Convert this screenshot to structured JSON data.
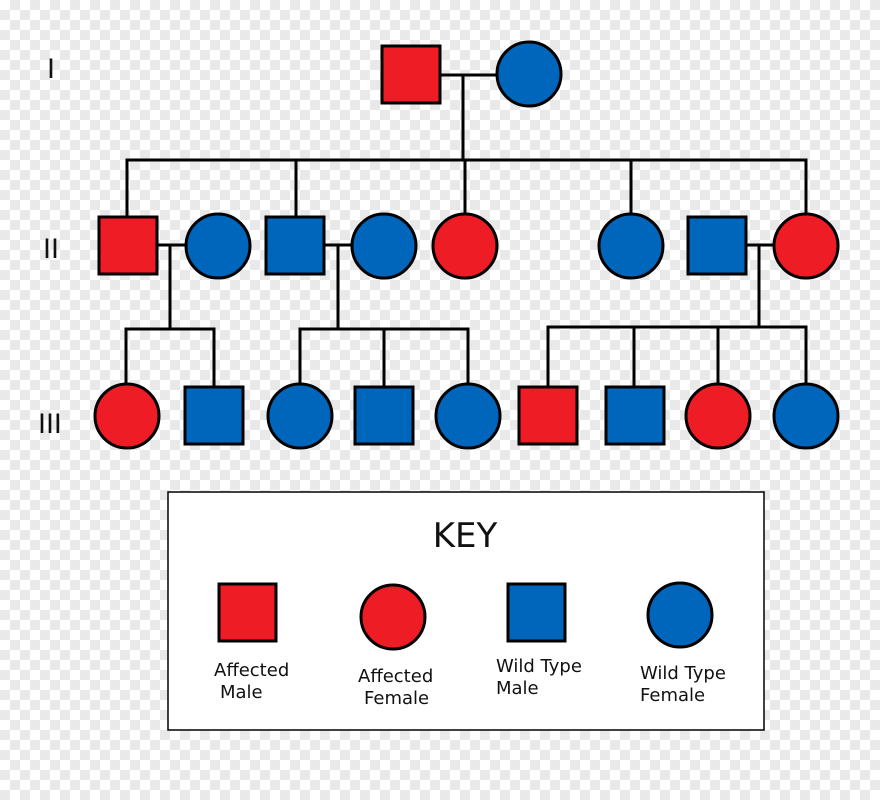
{
  "generations": [
    "I",
    "II",
    "III"
  ],
  "colors": {
    "affected": "#ee1c25",
    "wild_type": "#0066bb",
    "outline": "#000000"
  },
  "key": {
    "title": "KEY",
    "items": [
      {
        "name": "affected-male",
        "shape": "square",
        "status": "affected",
        "line1": "Affected",
        "line2": "Male"
      },
      {
        "name": "affected-female",
        "shape": "circle",
        "status": "affected",
        "line1": "Affected",
        "line2": "Female"
      },
      {
        "name": "wild-type-male",
        "shape": "square",
        "status": "wild_type",
        "line1": "Wild Type",
        "line2": "Male"
      },
      {
        "name": "wild-type-female",
        "shape": "circle",
        "status": "wild_type",
        "line1": "Wild Type",
        "line2": "Female"
      }
    ]
  },
  "individuals": {
    "I": [
      "affected-male",
      "wild-type-female"
    ],
    "II": [
      "affected-male",
      "wild-type-female",
      "wild-type-male",
      "wild-type-female",
      "affected-female",
      "wild-type-female",
      "wild-type-male",
      "affected-female"
    ],
    "III": [
      "affected-female",
      "wild-type-male",
      "wild-type-female",
      "wild-type-male",
      "wild-type-female",
      "affected-male",
      "wild-type-male",
      "affected-female",
      "wild-type-female"
    ]
  }
}
